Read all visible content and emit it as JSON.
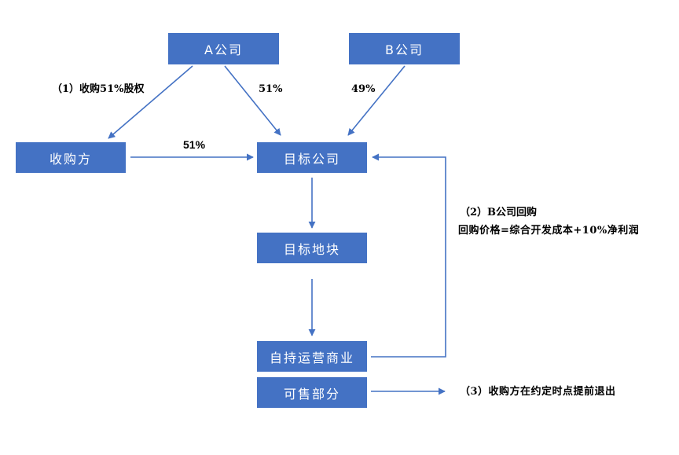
{
  "nodes": {
    "company_a": "A公司",
    "company_b": "B公司",
    "acquirer": "收购方",
    "target_company": "目标公司",
    "target_land": "目标地块",
    "self_operated": "自持运营商业",
    "for_sale": "可售部分"
  },
  "labels": {
    "step1": "（1）收购51%股权",
    "a_share": "51%",
    "b_share": "49%",
    "acquirer_share": "51%",
    "step2_title": "（2）B公司回购",
    "step2_price": "回购价格=综合开发成本+10%净利润",
    "step3": "（3）收购方在约定时点提前退出"
  },
  "colors": {
    "box_fill": "#4472C4",
    "box_text": "#FFFFFF",
    "arrow": "#4472C4",
    "label_text": "#000000"
  }
}
